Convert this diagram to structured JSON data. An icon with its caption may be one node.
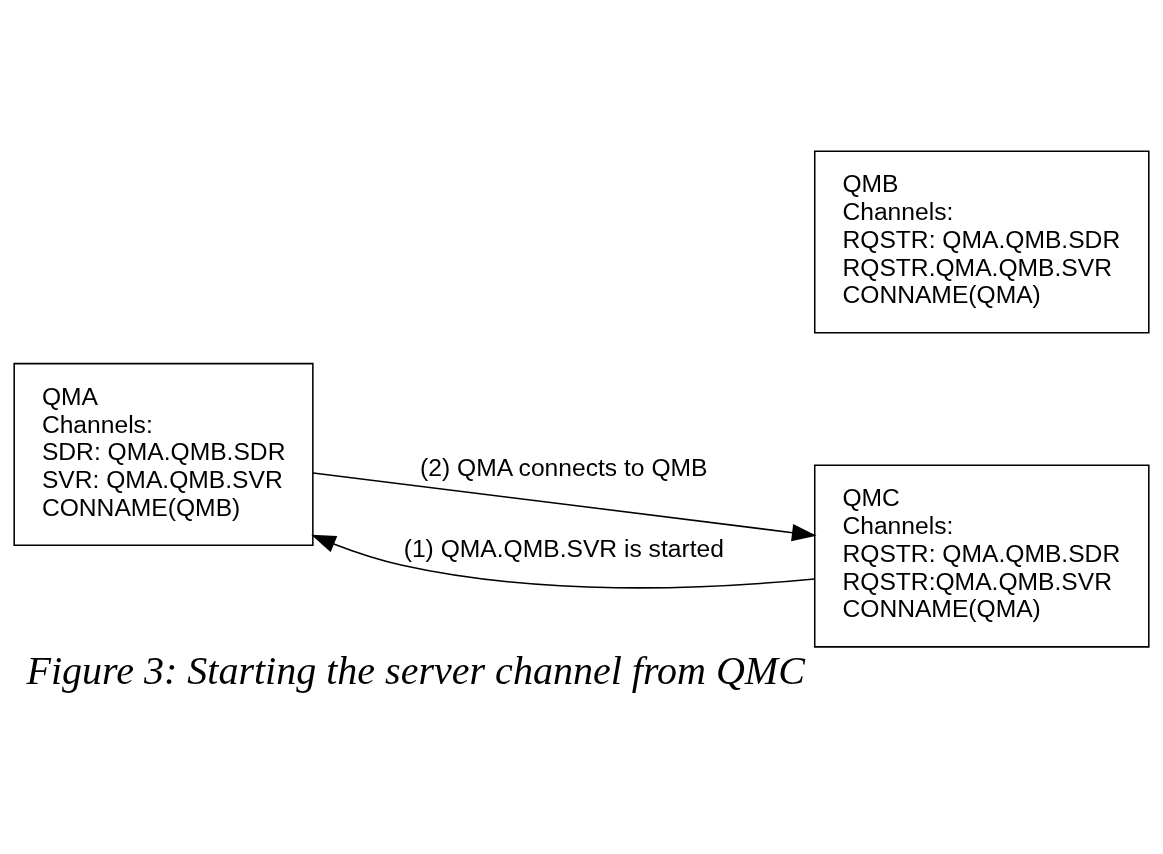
{
  "diagram": {
    "caption": "Figure 3: Starting the server channel from QMC",
    "nodes": [
      {
        "text": [
          "QMA",
          "Channels:",
          "SDR: QMA.QMB.SDR",
          "SVR: QMA.QMB.SVR",
          "CONNAME(QMB)"
        ]
      },
      {
        "text": [
          "QMB",
          "Channels:",
          "RQSTR: QMA.QMB.SDR",
          "RQSTR.QMA.QMB.SVR",
          "CONNAME(QMA)"
        ]
      },
      {
        "text": [
          "QMC",
          "Channels:",
          "RQSTR: QMA.QMB.SDR",
          "RQSTR:QMA.QMB.SVR",
          "CONNAME(QMA)"
        ]
      }
    ],
    "edges": [
      {
        "from": 0,
        "to": 2,
        "arrow": "to",
        "label": "(2) QMA connects to QMB"
      },
      {
        "from": 2,
        "to": 0,
        "arrow": "to",
        "label": "(1) QMA.QMB.SVR is started"
      }
    ]
  }
}
